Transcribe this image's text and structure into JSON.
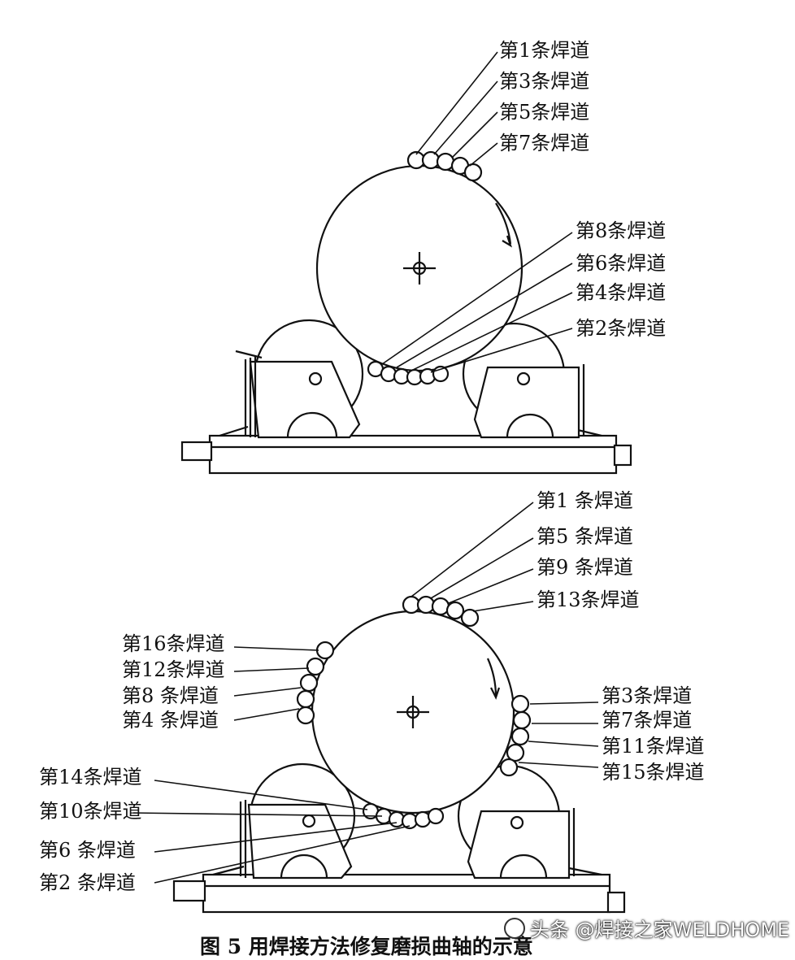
{
  "top_diagram": {
    "labels_right": [
      "第1条焊道",
      "第3条焊道",
      "第5条焊道",
      "第7条焊道"
    ],
    "labels_bottom": [
      "第8条焊道",
      "第6条焊道",
      "第4条焊道",
      "第2条焊道"
    ]
  },
  "bottom_diagram": {
    "labels_top": [
      "第1 条焊道",
      "第5 条焊道",
      "第9 条焊道",
      "第13条焊道"
    ],
    "labels_left_upper": [
      "第16条焊道",
      "第12条焊道",
      "第8 条焊道",
      "第4 条焊道"
    ],
    "labels_right": [
      "第3条焊道",
      "第7条焊道",
      "第11条焊道",
      "第15条焊道"
    ],
    "labels_left_lower": [
      "第14条焊道",
      "第10条焊道",
      "第6 条焊道",
      "第2 条焊道"
    ]
  },
  "caption": "图 5 用焊接方法修复磨损曲轴的示意",
  "watermark": "头条 @焊接之家WELDHOME"
}
